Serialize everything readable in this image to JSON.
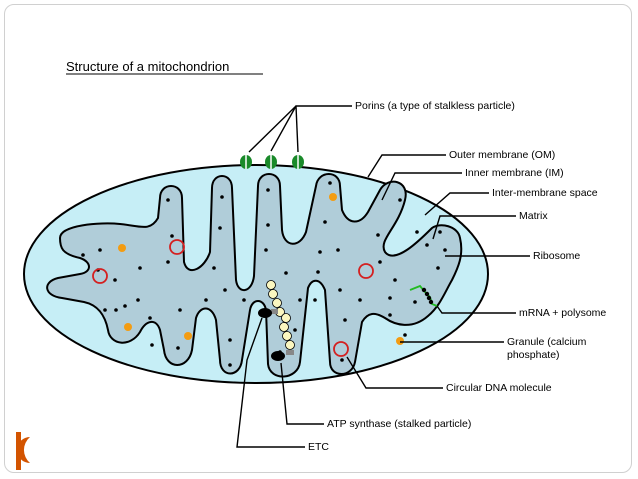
{
  "title": "Structure of a mitochondrion",
  "labels": {
    "porins": "Porins (a type of stalkless particle)",
    "outer_membrane": "Outer membrane (OM)",
    "inner_membrane": "Inner membrane (IM)",
    "intermembrane_space": "Inter-membrane space",
    "matrix": "Matrix",
    "ribosome": "Ribosome",
    "mrna": "mRNA + polysome",
    "granule_line1": "Granule (calcium",
    "granule_line2": "phosphate)",
    "circular_dna": "Circular DNA molecule",
    "atp_synthase": "ATP synthase (stalked particle)",
    "etc": "ETC"
  },
  "colors": {
    "outer_fill": "#c6eef6",
    "inner_fill": "#b0cdd9",
    "porin": "#1a8a2a",
    "granule": "#f39c12",
    "dna": "#d42020",
    "mrna": "#22bb22",
    "atp_head": "#fbf7c0",
    "accent_corner": "#d35400"
  },
  "icons": [
    "porin-icon",
    "granule-icon",
    "dna-ring-icon",
    "ribosome-dot-icon",
    "atp-synthase-icon",
    "etc-complex-icon"
  ]
}
